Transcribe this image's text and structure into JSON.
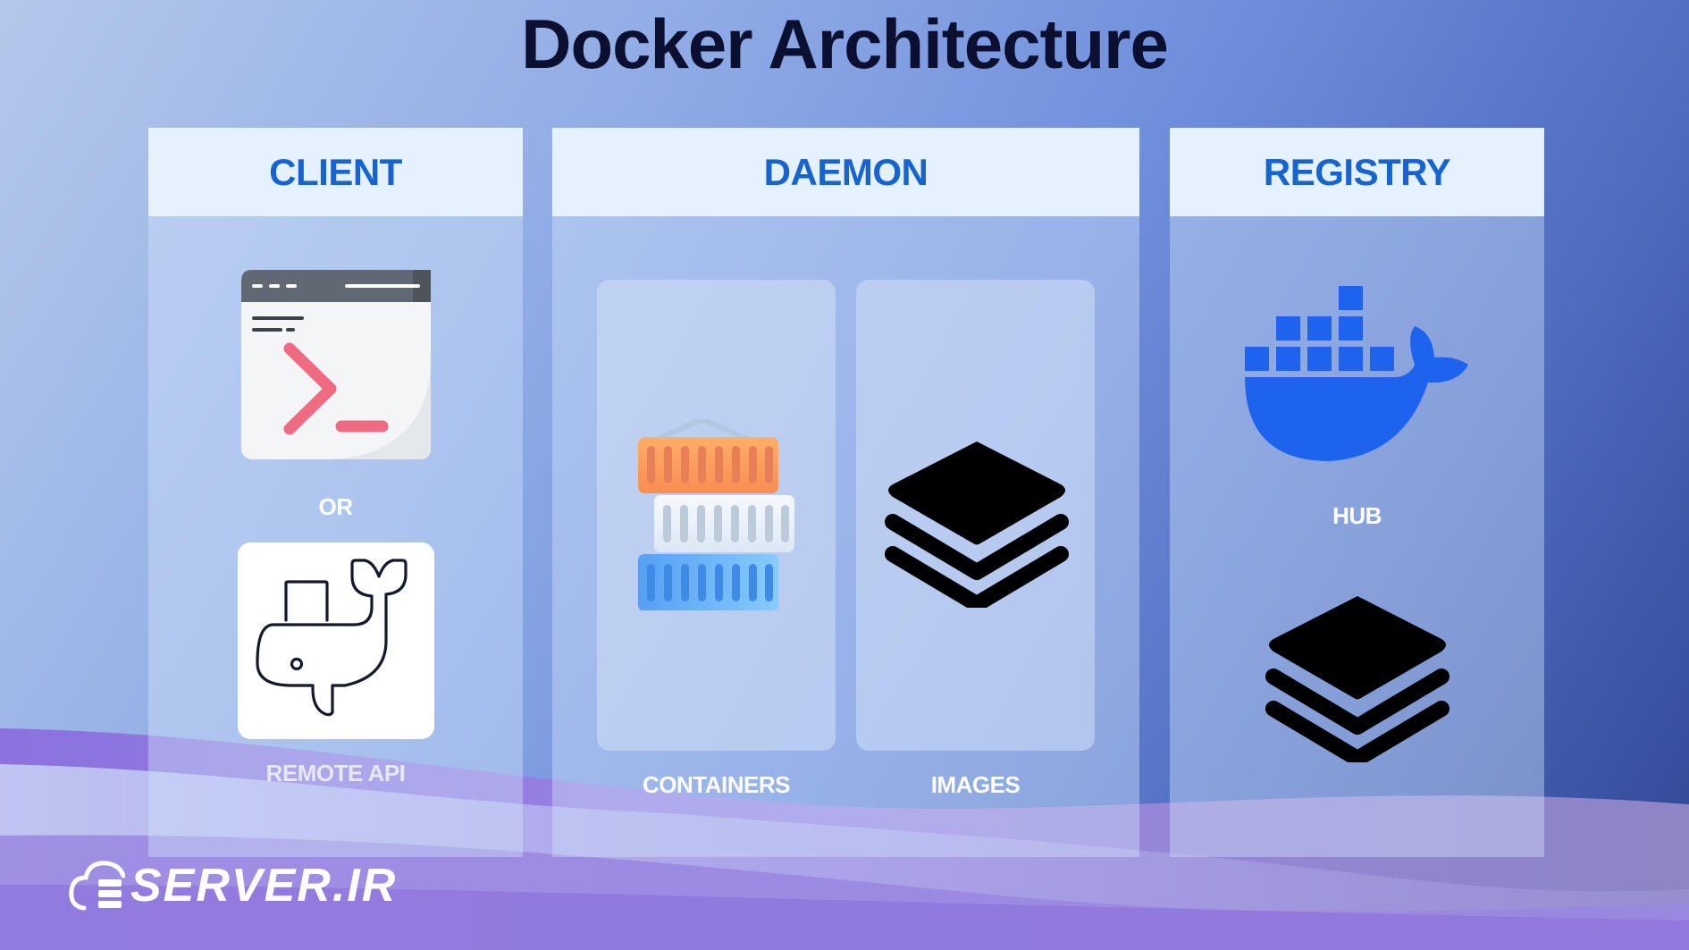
{
  "title": "Docker Architecture",
  "colors": {
    "title": "#0b1030",
    "header_text": "#1564d2",
    "header_bg": "#e5f2fd",
    "docker_blue": "#1d63ed",
    "terminal_prompt": "#f06b82",
    "container_orange": "#ff9f5a",
    "container_white": "#eef4fb",
    "container_blue": "#5aa8f7"
  },
  "columns": {
    "client": {
      "heading": "CLIENT",
      "items": [
        {
          "icon": "terminal-icon",
          "label": ""
        },
        {
          "icon": "docker-whale-outline-icon",
          "label": "REMOTE API"
        }
      ],
      "separator": "OR"
    },
    "daemon": {
      "heading": "DAEMON",
      "panels": [
        {
          "icon": "containers-stack-icon",
          "label": "CONTAINERS"
        },
        {
          "icon": "layers-icon",
          "label": "IMAGES"
        }
      ]
    },
    "registry": {
      "heading": "REGISTRY",
      "items": [
        {
          "icon": "docker-logo-icon",
          "label": "HUB"
        },
        {
          "icon": "layers-icon",
          "label": ""
        }
      ]
    }
  },
  "watermark": {
    "text": "SERVER.IR",
    "icon": "cloud-server-icon"
  }
}
